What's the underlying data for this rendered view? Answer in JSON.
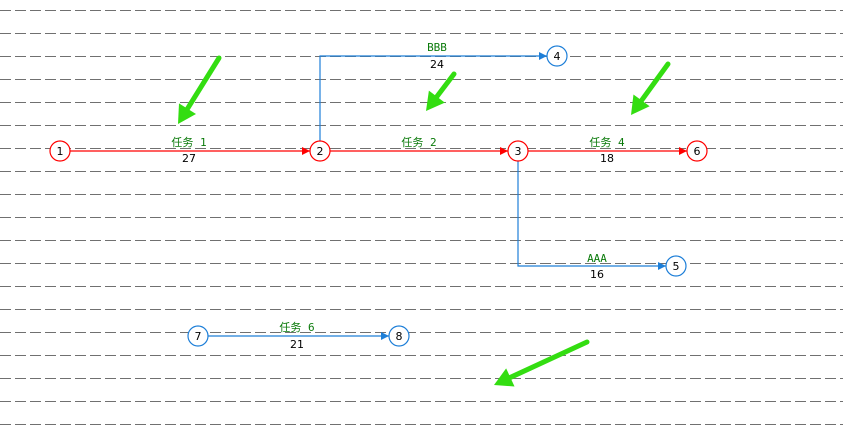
{
  "colors": {
    "critical": "#ff0000",
    "normal": "#1e7fd8",
    "grid": "#707070",
    "annotation": "#33dd11",
    "edge_name_text": "#0a7a0a"
  },
  "nodes": [
    {
      "id": "1",
      "label": "1",
      "critical": true
    },
    {
      "id": "2",
      "label": "2",
      "critical": true
    },
    {
      "id": "3",
      "label": "3",
      "critical": true
    },
    {
      "id": "4",
      "label": "4",
      "critical": false
    },
    {
      "id": "5",
      "label": "5",
      "critical": false
    },
    {
      "id": "6",
      "label": "6",
      "critical": true
    },
    {
      "id": "7",
      "label": "7",
      "critical": false
    },
    {
      "id": "8",
      "label": "8",
      "critical": false
    }
  ],
  "edges": [
    {
      "from": "1",
      "to": "2",
      "name": "任务 1",
      "duration": "27",
      "critical": true
    },
    {
      "from": "2",
      "to": "3",
      "name": "任务 2",
      "duration": "",
      "critical": true
    },
    {
      "from": "3",
      "to": "6",
      "name": "任务 4",
      "duration": "18",
      "critical": true
    },
    {
      "from": "2",
      "to": "4",
      "name": "BBB",
      "duration": "24",
      "critical": false
    },
    {
      "from": "3",
      "to": "5",
      "name": "AAA",
      "duration": "16",
      "critical": false
    },
    {
      "from": "7",
      "to": "8",
      "name": "任务 6",
      "duration": "21",
      "critical": false
    }
  ],
  "annotation_arrows": 4
}
